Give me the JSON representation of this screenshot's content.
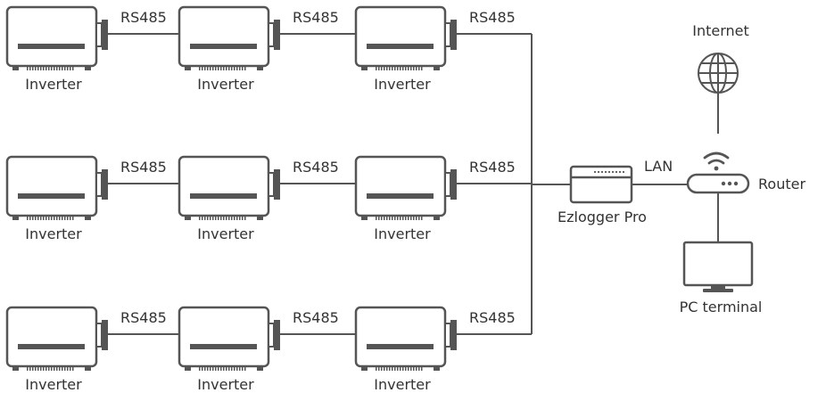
{
  "rows": [
    {
      "inverters": [
        {
          "label": "Inverter"
        },
        {
          "label": "Inverter"
        },
        {
          "label": "Inverter"
        }
      ],
      "links": [
        "RS485",
        "RS485",
        "RS485"
      ]
    },
    {
      "inverters": [
        {
          "label": "Inverter"
        },
        {
          "label": "Inverter"
        },
        {
          "label": "Inverter"
        }
      ],
      "links": [
        "RS485",
        "RS485",
        "RS485"
      ]
    },
    {
      "inverters": [
        {
          "label": "Inverter"
        },
        {
          "label": "Inverter"
        },
        {
          "label": "Inverter"
        }
      ],
      "links": [
        "RS485",
        "RS485",
        "RS485"
      ]
    }
  ],
  "logger": {
    "label": "Ezlogger Pro",
    "link_label": "LAN"
  },
  "router": {
    "label": "Router"
  },
  "internet": {
    "label": "Internet",
    "icon": "globe-icon"
  },
  "pc": {
    "label": "PC terminal",
    "icon": "monitor-icon"
  },
  "colors": {
    "stroke": "#555555",
    "line": "#555555",
    "text": "#333333",
    "bar": "#555555"
  }
}
